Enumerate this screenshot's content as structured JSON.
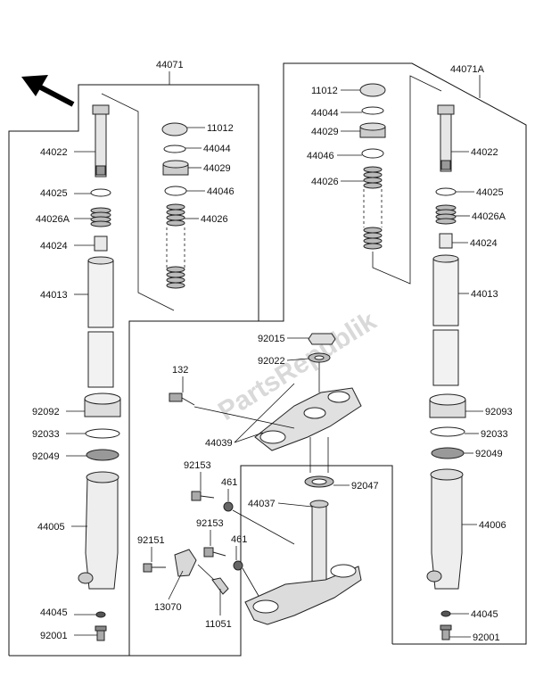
{
  "watermark": "PartsRepublik",
  "arrow_icon": "direction-arrow-icon",
  "assemblies": {
    "left": "44071",
    "right": "44071A"
  },
  "labels": {
    "l_44022": "44022",
    "l_44025": "44025",
    "l_44026A": "44026A",
    "l_44024": "44024",
    "l_44013": "44013",
    "l_92092": "92092",
    "l_92033": "92033",
    "l_92049": "92049",
    "l_44005": "44005",
    "l_44045": "44045",
    "l_92001": "92001",
    "l_11012": "11012",
    "l_44044": "44044",
    "l_44029": "44029",
    "l_44046": "44046",
    "l_44026": "44026",
    "r_11012": "11012",
    "r_44044": "44044",
    "r_44029": "44029",
    "r_44046": "44046",
    "r_44026": "44026",
    "r_44022": "44022",
    "r_44025": "44025",
    "r_44026A": "44026A",
    "r_44024": "44024",
    "r_44013": "44013",
    "r_92093": "92093",
    "r_92033": "92033",
    "r_92049": "92049",
    "r_44006": "44006",
    "r_44045": "44045",
    "r_92001": "92001",
    "c_92015": "92015",
    "c_92022": "92022",
    "c_132": "132",
    "c_44039": "44039",
    "c_92153a": "92153",
    "c_461a": "461",
    "c_44037": "44037",
    "c_92047": "92047",
    "c_92153b": "92153",
    "c_461b": "461",
    "c_92151": "92151",
    "c_13070": "13070",
    "c_11051": "11051"
  }
}
